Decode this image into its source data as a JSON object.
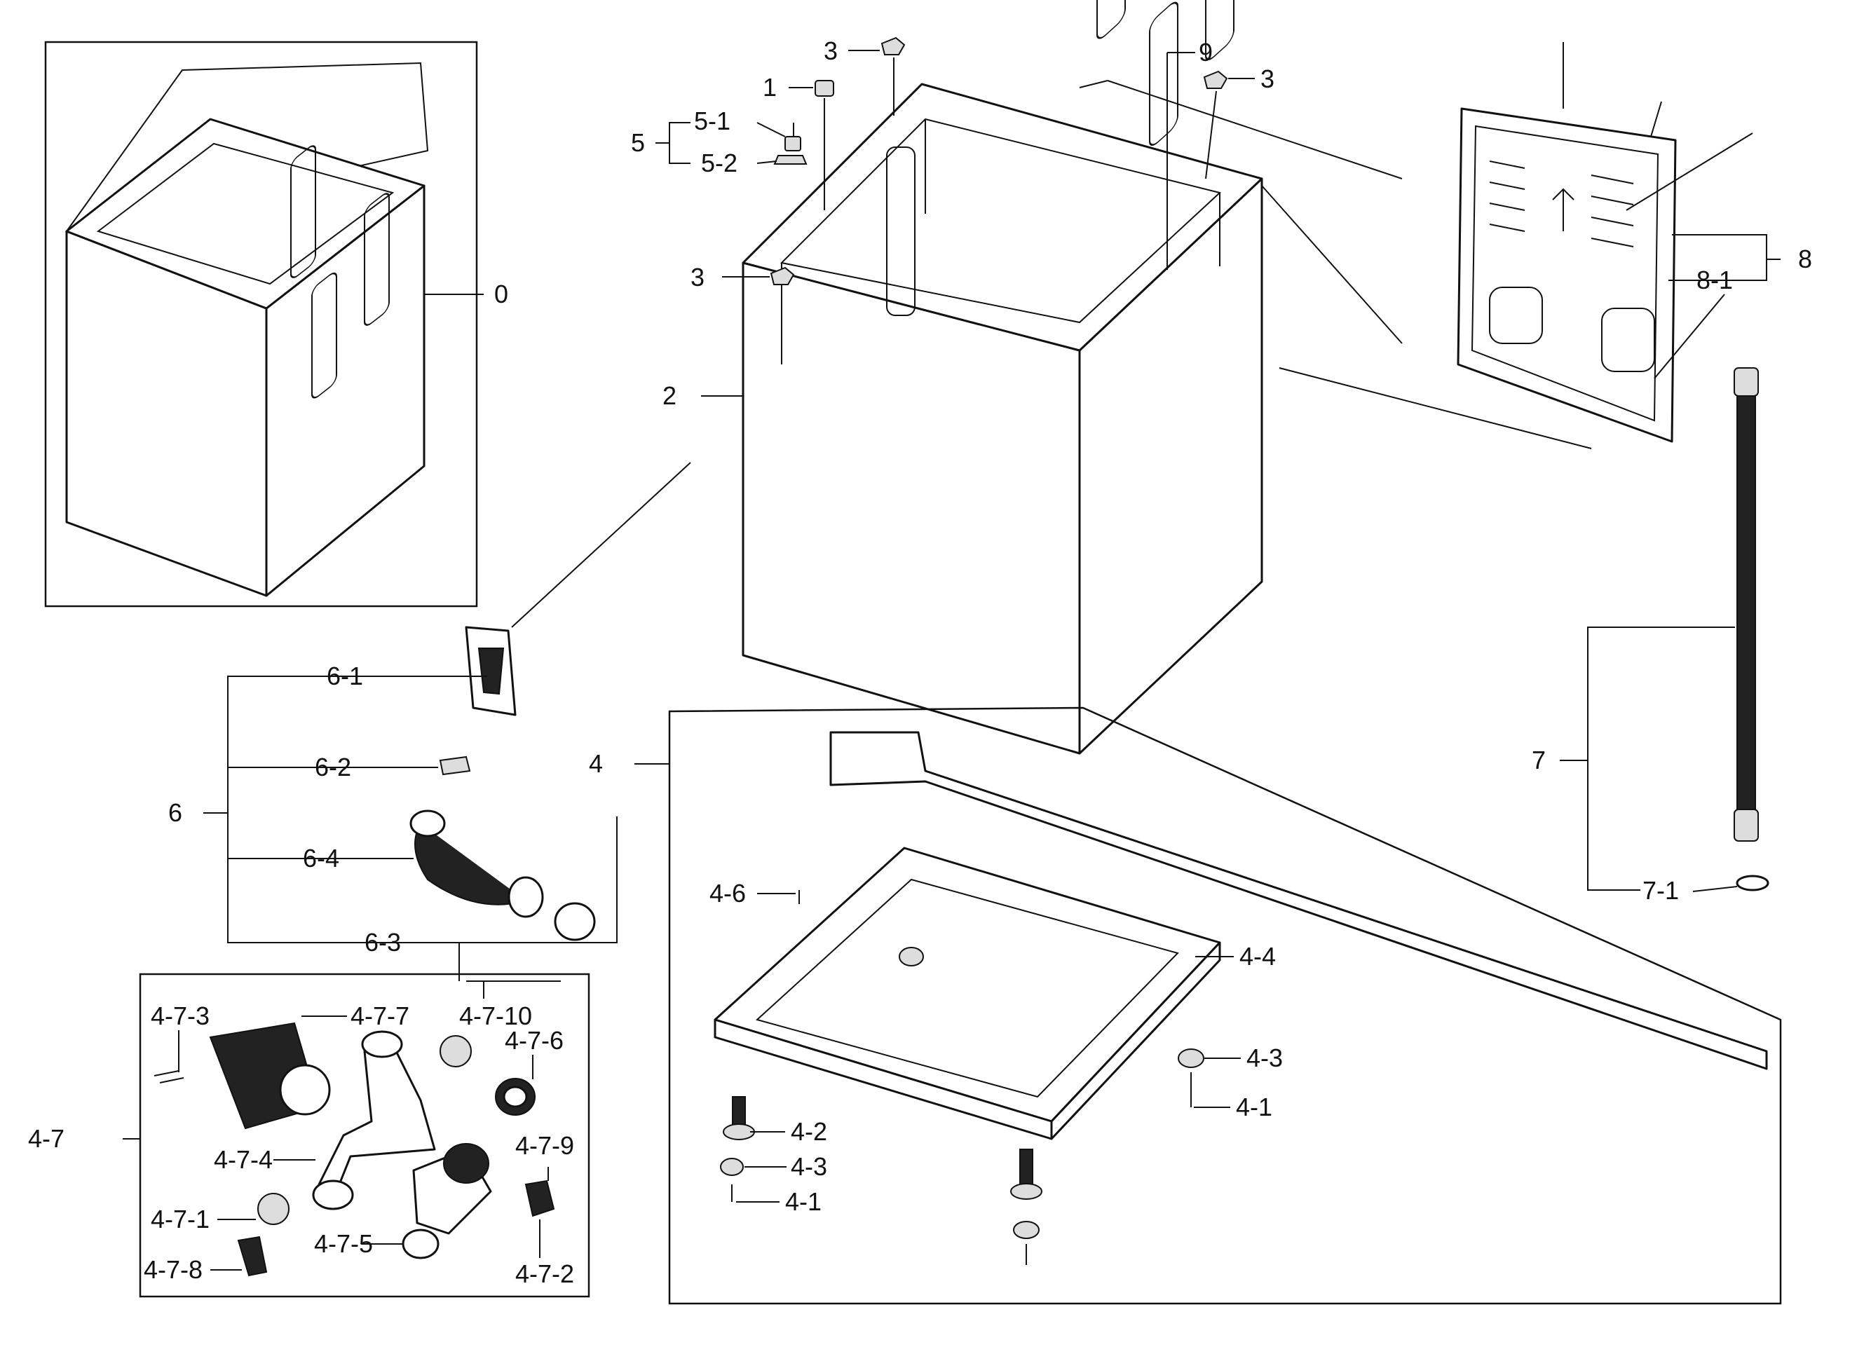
{
  "diagram": {
    "callouts": {
      "c0": "0",
      "c1": "1",
      "c2": "2",
      "c3a": "3",
      "c3b": "3",
      "c3c": "3",
      "c4": "4",
      "c4_1a": "4-1",
      "c4_1b": "4-1",
      "c4_2": "4-2",
      "c4_3a": "4-3",
      "c4_3b": "4-3",
      "c4_4": "4-4",
      "c4_6": "4-6",
      "c4_7": "4-7",
      "c4_7_1": "4-7-1",
      "c4_7_2": "4-7-2",
      "c4_7_3": "4-7-3",
      "c4_7_4": "4-7-4",
      "c4_7_5": "4-7-5",
      "c4_7_6": "4-7-6",
      "c4_7_7": "4-7-7",
      "c4_7_8": "4-7-8",
      "c4_7_9": "4-7-9",
      "c4_7_10": "4-7-10",
      "c5": "5",
      "c5_1": "5-1",
      "c5_2": "5-2",
      "c6": "6",
      "c6_1": "6-1",
      "c6_2": "6-2",
      "c6_3": "6-3",
      "c6_4": "6-4",
      "c7": "7",
      "c7_1": "7-1",
      "c8": "8",
      "c8_1": "8-1",
      "c9": "9"
    },
    "colors": {
      "line": "#111111",
      "background": "#ffffff"
    }
  }
}
